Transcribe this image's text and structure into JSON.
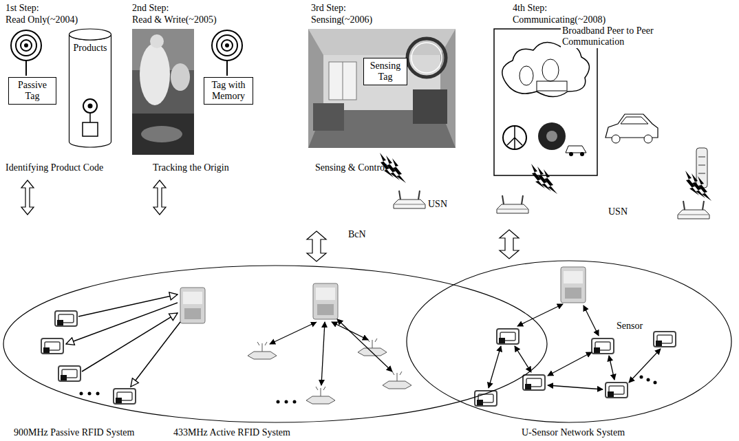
{
  "diagram": {
    "nodes": [
      {
        "text": [
          "Passive Tag"
        ]
      },
      {
        "text": [
          "Products"
        ]
      },
      {
        "text": [
          "Tag with Memory"
        ]
      },
      {
        "text": [
          "Sensing Tag"
        ]
      },
      {
        "text": [
          "900MHz Passive RFID System",
          "433MHz Active RFID System"
        ]
      },
      {
        "text": [
          "U-Sensor Network System"
        ]
      }
    ],
    "labels": [
      "1st Step:",
      "Read Only(~2004)",
      "Identifying Product Code",
      "2nd Step:",
      "Read & Write(~2005)",
      "Tracking the Origin",
      "3rd Step:",
      "Sensing(~2006)",
      "Sensing & Control",
      "USN",
      "4th Step:",
      "Communicating(~2008)",
      "Broadband Peer to Peer Communication",
      "USN",
      "BcN",
      "Sensor"
    ]
  }
}
